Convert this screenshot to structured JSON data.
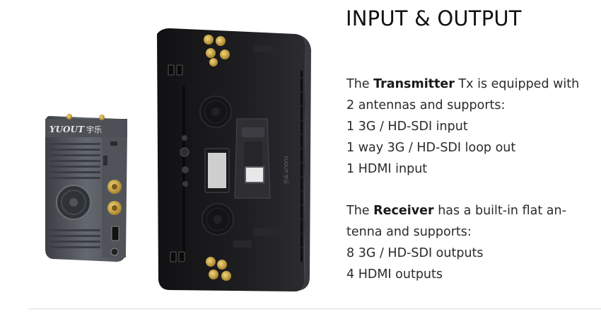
{
  "section": {
    "title": "INPUT & OUTPUT"
  },
  "photo": {
    "transmitter_brand": "YUOUT",
    "transmitter_brand_cn": "宇乐",
    "receiver_side_text": "YUOUT·宇乐"
  },
  "transmitter": {
    "intro_prefix": "The ",
    "intro_bold": "Transmitter",
    "intro_suffix": " Tx is equipped with",
    "line2": "2 antennas and supports:",
    "specs": [
      "1 3G / HD-SDI input",
      "1 way 3G / HD-SDI loop out",
      "1 HDMI input"
    ]
  },
  "receiver": {
    "intro_prefix": "The ",
    "intro_bold": "Receiver",
    "intro_suffix": " has a built-in flat an-",
    "line2": "tenna and supports:",
    "specs": [
      "8 3G / HD-SDI outputs",
      "4 HDMI outputs"
    ]
  },
  "colors": {
    "device_dark": "#1c1c1e",
    "device_grey": "#5c6168",
    "gold_connector": "#c9a23c"
  }
}
